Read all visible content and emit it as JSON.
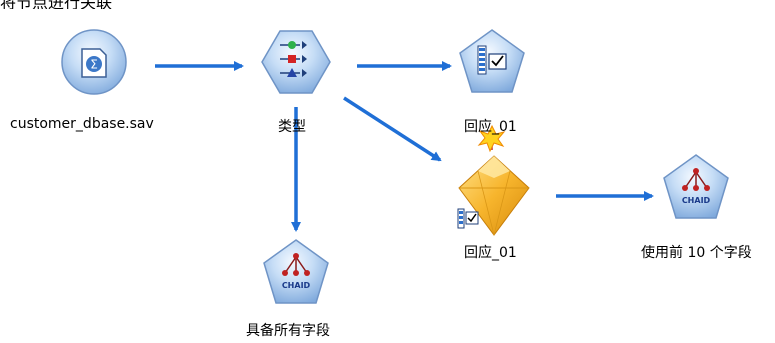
{
  "header": {
    "title": "将节点进行关联"
  },
  "nodes": {
    "source": {
      "label": "customer_dbase.sav",
      "icon": "database-source-icon"
    },
    "type": {
      "label": "类型",
      "icon": "type-node-icon"
    },
    "response_table": {
      "label": "回应_01",
      "icon": "response-table-icon"
    },
    "response_model": {
      "label": "回应_01",
      "icon": "generated-model-nugget-icon"
    },
    "chaid_all": {
      "label": "具备所有字段",
      "icon": "chaid-icon",
      "badge": "CHAID"
    },
    "chaid_top10": {
      "label": "使用前 10 个字段",
      "icon": "chaid-icon",
      "badge": "CHAID"
    }
  },
  "colors": {
    "arrow": "#1f6fd6",
    "node_blue": "#9cc4ea",
    "node_stroke": "#6f94c6",
    "nugget_gold": "#f6b126"
  }
}
